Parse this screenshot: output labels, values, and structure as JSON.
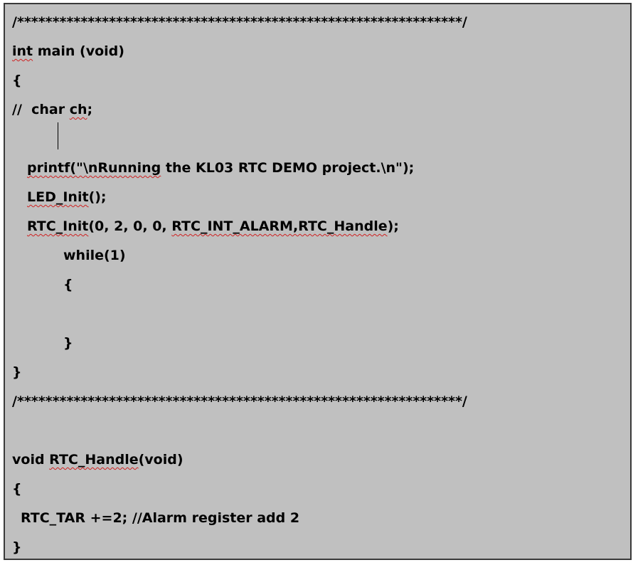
{
  "code_lines": [
    "/***************************************************************/",
    "int main (void)",
    "{",
    "//  char ch;",
    "printf(\"\\nRunning the KL03 RTC DEMO project.\\n\");",
    "LED_Init();",
    "RTC_Init(0, 2, 0, 0, RTC_INT_ALARM,RTC_Handle);",
    "while(1)",
    "{",
    "}",
    "}",
    "/***************************************************************/",
    "void RTC_Handle(void)",
    "{",
    "RTC_TAR +=2; //Alarm register add 2",
    "}"
  ],
  "tokens": {
    "int": "int",
    "main_void": " main (void)",
    "comment_prefix": "//  char ",
    "ch": "ch",
    "semicolon": ";",
    "printf": "printf(\"\\nRunning",
    "printf_rest": " the KL03 RTC DEMO project.\\n\");",
    "led_init": "LED_Init",
    "parens_semicolon": "();",
    "rtc_init": "RTC_Init",
    "rtc_init_args": "(0, 2, 0, 0, ",
    "rtc_alarm_handle": "RTC_INT_ALARM,RTC_Handle",
    "close_paren_semicolon": ");",
    "void": "void ",
    "rtc_handle": "RTC_Handle",
    "void_param": "(void)"
  }
}
